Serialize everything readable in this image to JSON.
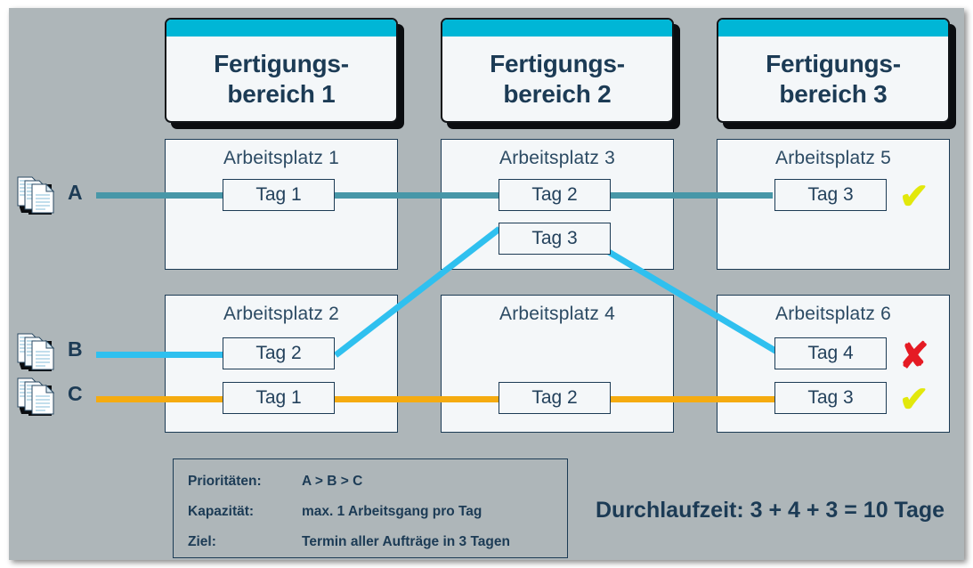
{
  "diagram": {
    "title_alt": "Fertigungsbereiche Ablaufdiagramm",
    "background_color": "#aeb6b9",
    "accent_color": "#00b6d6",
    "text_color": "#1c3b55"
  },
  "headers": [
    {
      "line1": "Fertigungs-",
      "line2": "bereich 1",
      "full": "Fertigungs-\nbereich 1"
    },
    {
      "line1": "Fertigungs-",
      "line2": "bereich 2",
      "full": "Fertigungs-\nbereich 2"
    },
    {
      "line1": "Fertigungs-",
      "line2": "bereich 3",
      "full": "Fertigungs-\nbereich 3"
    }
  ],
  "workstations": [
    {
      "id": "ap1",
      "title": "Arbeitsplatz 1"
    },
    {
      "id": "ap3",
      "title": "Arbeitsplatz 3"
    },
    {
      "id": "ap5",
      "title": "Arbeitsplatz 5"
    },
    {
      "id": "ap2",
      "title": "Arbeitsplatz 2"
    },
    {
      "id": "ap4",
      "title": "Arbeitsplatz 4"
    },
    {
      "id": "ap6",
      "title": "Arbeitsplatz 6"
    }
  ],
  "tags": {
    "ap1_a": "Tag 1",
    "ap3_a": "Tag 2",
    "ap3_b": "Tag 3",
    "ap5_a": "Tag 3",
    "ap2_b": "Tag 2",
    "ap2_c": "Tag 1",
    "ap4_c": "Tag 2",
    "ap6_b": "Tag 4",
    "ap6_c": "Tag 3"
  },
  "orders": [
    {
      "label": "A",
      "color": "#4897a8",
      "result": "ok"
    },
    {
      "label": "B",
      "color": "#2fc0ef",
      "result": "fail"
    },
    {
      "label": "C",
      "color": "#f5ab10",
      "result": "ok"
    }
  ],
  "marks": {
    "check": "✔",
    "cross": "✘",
    "check_color": "#e2e80c",
    "cross_color": "#e51b24"
  },
  "legend": {
    "rows": [
      {
        "key": "Prioritäten:",
        "value": "A > B > C"
      },
      {
        "key": "Kapazität:",
        "value": "max. 1 Arbeitsgang pro Tag"
      },
      {
        "key": "Ziel:",
        "value": "Termin aller Aufträge in 3 Tagen"
      }
    ]
  },
  "runtime": {
    "text": "Durchlaufzeit: 3 + 4 + 3 = 10 Tage"
  },
  "chart_data": {
    "type": "diagram",
    "title": "Fertigungsbereiche / Durchlaufzeit",
    "columns": [
      "Fertigungsbereich 1",
      "Fertigungsbereich 2",
      "Fertigungsbereich 3"
    ],
    "rows": [
      "A",
      "B",
      "C"
    ],
    "flows": [
      {
        "order": "A",
        "path": [
          "Arbeitsplatz 1 / Tag 1",
          "Arbeitsplatz 3 / Tag 2",
          "Arbeitsplatz 5 / Tag 3"
        ],
        "days": 3,
        "result": "ok"
      },
      {
        "order": "B",
        "path": [
          "Arbeitsplatz 2 / Tag 2",
          "Arbeitsplatz 3 / Tag 3",
          "Arbeitsplatz 6 / Tag 4"
        ],
        "days": 4,
        "result": "fail"
      },
      {
        "order": "C",
        "path": [
          "Arbeitsplatz 2 / Tag 1",
          "Arbeitsplatz 4 / Tag 2",
          "Arbeitsplatz 6 / Tag 3"
        ],
        "days": 3,
        "result": "ok"
      }
    ],
    "total_days": 10,
    "sum_expression": "3 + 4 + 3 = 10"
  }
}
